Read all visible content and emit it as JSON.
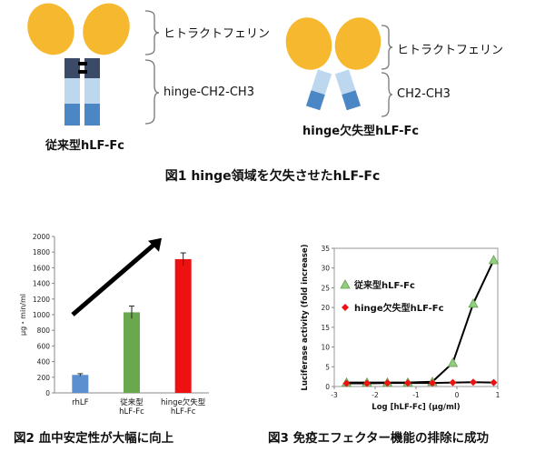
{
  "figure1": {
    "left": {
      "label_top": "ヒトラクトフェリン",
      "label_bottom": "hinge-CH2-CH3",
      "caption": "従来型hLF-Fc"
    },
    "right": {
      "label_top": "ヒトラクトフェリン",
      "label_bottom": "CH2-CH3",
      "caption": "hinge欠失型hLF-Fc"
    },
    "title": "図1 hinge領域を欠失させたhLF-Fc",
    "colors": {
      "lactoferrin": "#f5b82e",
      "hinge": "#3b4a66",
      "ch2": "#bcd7ee",
      "ch3": "#4b86c5"
    }
  },
  "figure2_caption": "図2  血中安定性が大幅に向上",
  "figure3_caption": "図3  免疫エフェクター機能の排除に成功",
  "chart_data": [
    {
      "type": "bar",
      "title": "",
      "ylabel": "μg・min/ml",
      "xlabel": "",
      "ylim": [
        0,
        2000
      ],
      "yticks": [
        "0",
        "200",
        "400",
        "600",
        "800",
        "1000",
        "1200",
        "1400",
        "1600",
        "1800",
        "2000"
      ],
      "categories": [
        "rhLF",
        "従来型\nhLF-Fc",
        "hinge欠失型\nhLF-Fc"
      ],
      "category_lines": [
        [
          "rhLF"
        ],
        [
          "従来型",
          "hLF-Fc"
        ],
        [
          "hinge欠失型",
          "hLF-Fc"
        ]
      ],
      "values": [
        230,
        1030,
        1710
      ],
      "errors": [
        15,
        80,
        80
      ],
      "colors": [
        "#5b8fd0",
        "#6aa84f",
        "#ee1111"
      ],
      "annotation": "upward arrow"
    },
    {
      "type": "line",
      "title": "",
      "xlabel": "Log [hLF-Fc] (μg/ml)",
      "ylabel": "Luciferase activity (fold increase)",
      "xlim": [
        -3,
        1
      ],
      "ylim": [
        0,
        35
      ],
      "xticks": [
        "-3",
        "-2",
        "-1",
        "0",
        "1"
      ],
      "yticks": [
        "0",
        "5",
        "10",
        "15",
        "20",
        "25",
        "30",
        "35"
      ],
      "series": [
        {
          "name": "従来型hLF-Fc",
          "marker": "triangle",
          "color": "#8fd17a",
          "x": [
            -2.7,
            -2.2,
            -1.7,
            -1.2,
            -0.6,
            -0.1,
            0.4,
            0.9
          ],
          "y": [
            1,
            1,
            1,
            1,
            1.2,
            6,
            21,
            32
          ]
        },
        {
          "name": "hinge欠失型hLF-Fc",
          "marker": "diamond",
          "color": "#ee1111",
          "x": [
            -2.7,
            -2.2,
            -1.7,
            -1.2,
            -0.6,
            -0.1,
            0.4,
            0.9
          ],
          "y": [
            0.8,
            0.8,
            0.9,
            0.9,
            0.9,
            1.0,
            1.1,
            1.0
          ]
        }
      ],
      "legend_position": "top-left"
    }
  ]
}
